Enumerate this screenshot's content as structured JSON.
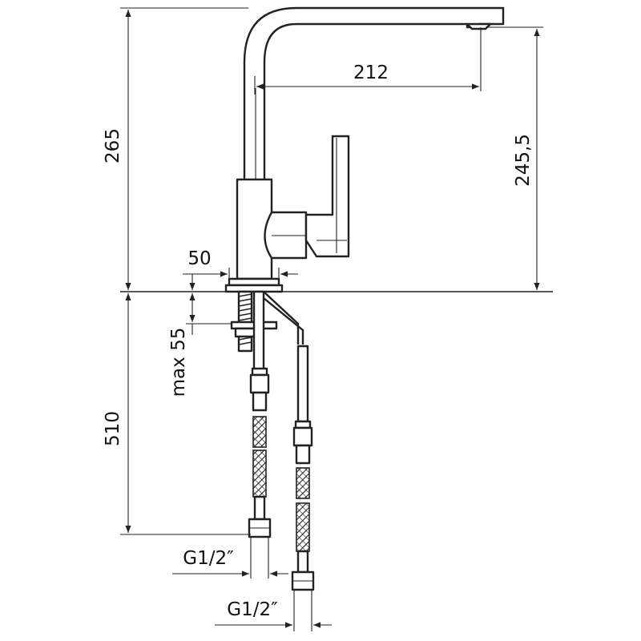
{
  "dimensions": {
    "total_height": "265",
    "spout_reach": "212",
    "spout_height": "245,5",
    "base_diameter": "50",
    "max_deck_thickness": "max 55",
    "hose_length": "510",
    "connection_left": "G1/2″",
    "connection_right": "G1/2″"
  }
}
